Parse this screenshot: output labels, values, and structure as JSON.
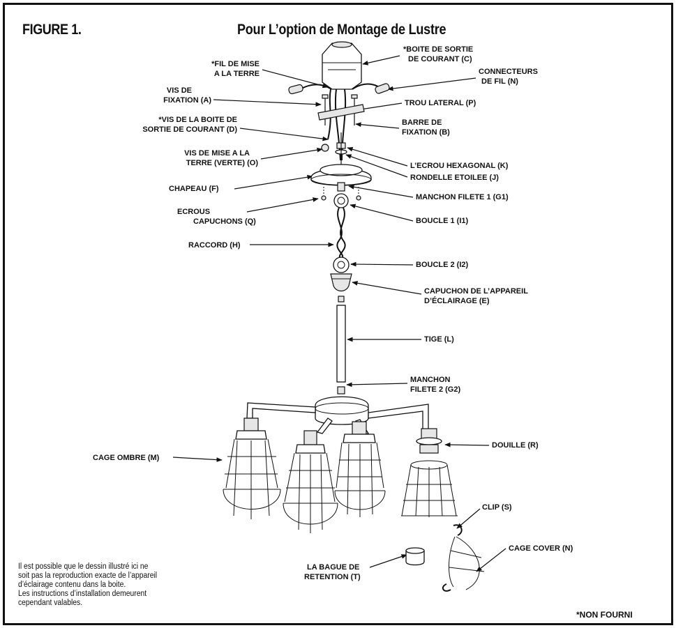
{
  "figure": {
    "label": "FIGURE 1.",
    "title": "Pour L’option de Montage de Lustre"
  },
  "callouts": {
    "fil_terre": [
      "*FIL DE MISE",
      "A LA TERRE"
    ],
    "boite_sortie": [
      "*BOITE DE SORTIE",
      "DE COURANT (C)"
    ],
    "connecteurs": [
      "CONNECTEURS",
      "DE FIL (N)"
    ],
    "vis_fixation": [
      "VIS DE",
      "FIXATION (A)"
    ],
    "trou_lateral": [
      "TROU LATERAL (P)"
    ],
    "vis_boite": [
      "*VIS DE LA BOITE DE",
      "SORTIE DE COURANT (D)"
    ],
    "barre_fixation": [
      "BARRE DE",
      "FIXATION (B)"
    ],
    "vis_terre": [
      "VIS DE MISE A LA",
      "TERRE (VERTE) (O)"
    ],
    "ecrou_hex": [
      "L’ECROU HEXAGONAL (K)"
    ],
    "rondelle": [
      "RONDELLE ETOILEE (J)"
    ],
    "chapeau": [
      "CHAPEAU (F)"
    ],
    "manchon1": [
      "MANCHON FILETE 1 (G1)"
    ],
    "ecrous_capuchons": [
      "ECROUS",
      "CAPUCHONS (Q)"
    ],
    "boucle1": [
      "BOUCLE 1 (I1)"
    ],
    "raccord": [
      "RACCORD (H)"
    ],
    "boucle2": [
      "BOUCLE 2 (I2)"
    ],
    "capuchon_appareil": [
      "CAPUCHON DE L’APPAREIL",
      "D’ÉCLAIRAGE (E)"
    ],
    "tige": [
      "TIGE (L)"
    ],
    "manchon2": [
      "MANCHON",
      "FILETE 2 (G2)"
    ],
    "cage_ombre": [
      "CAGE OMBRE (M)"
    ],
    "douille": [
      "DOUILLE (R)"
    ],
    "clip": [
      "CLIP (S)"
    ],
    "cage_cover": [
      "CAGE COVER (N)"
    ],
    "bague": [
      "LA BAGUE DE",
      "RETENTION (T)"
    ]
  },
  "disclaimer": [
    "Il est possible que le dessin illustré ici ne",
    "soit pas la reproduction exacte de l’appareil",
    "d’éclairage contenu dans la boite.",
    "Les instructions d’installation demeurent",
    "cependant valables."
  ],
  "footnote": "*NON FOURNI"
}
